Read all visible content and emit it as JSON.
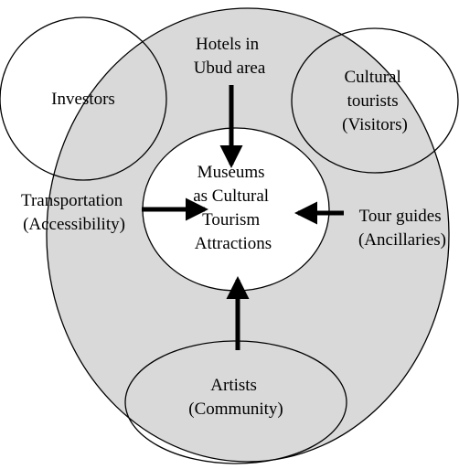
{
  "colors": {
    "outer_fill": "#d9d9d9",
    "inner_fill": "#ffffff",
    "stroke": "#000000",
    "background": "#ffffff"
  },
  "nodes": {
    "center": {
      "lines": [
        "Museums",
        "as Cultural",
        "Tourism",
        "Attractions"
      ]
    },
    "hotels": {
      "lines": [
        "Hotels in",
        "Ubud area"
      ]
    },
    "investors": {
      "lines": [
        "Investors"
      ]
    },
    "cultural_tourists": {
      "lines": [
        "Cultural",
        "tourists",
        "(Visitors)"
      ]
    },
    "transportation": {
      "lines": [
        "Transportation",
        "(Accessibility)"
      ]
    },
    "tour_guides": {
      "lines": [
        "Tour guides",
        "(Ancillaries)"
      ]
    },
    "artists": {
      "lines": [
        "Artists",
        "(Community)"
      ]
    }
  },
  "arrows": [
    {
      "from": "hotels",
      "to": "center"
    },
    {
      "from": "transportation",
      "to": "center"
    },
    {
      "from": "tour_guides",
      "to": "center"
    },
    {
      "from": "artists",
      "to": "center"
    }
  ]
}
